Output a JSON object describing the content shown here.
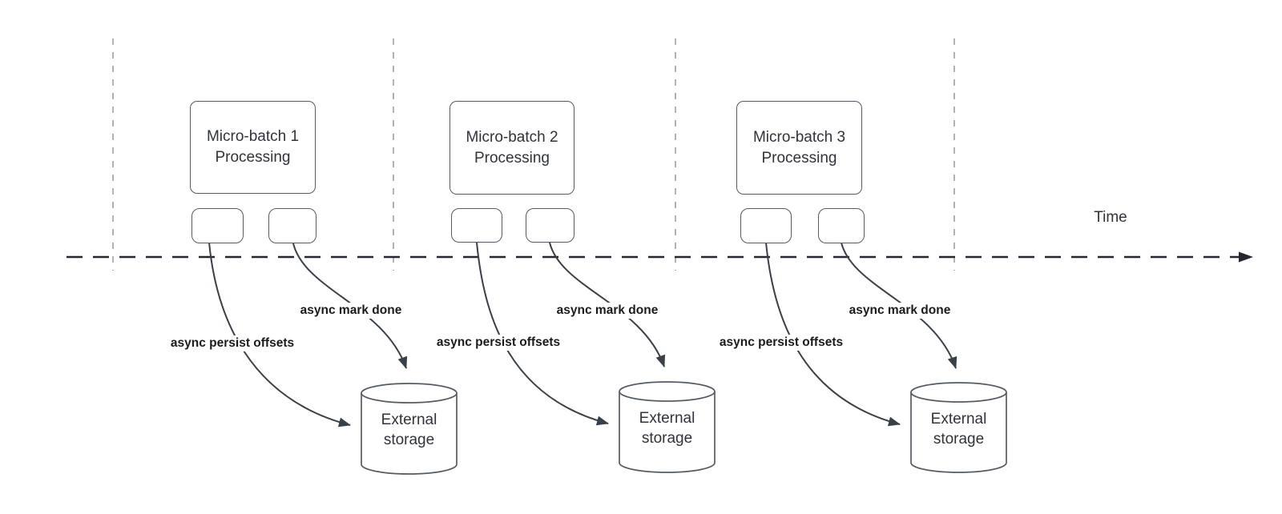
{
  "time_label": "Time",
  "groups": [
    {
      "box_line1": "Micro-batch 1",
      "box_line2": "Processing",
      "persist_label": "async persist offsets",
      "mark_label": "async mark done",
      "storage_line1": "External",
      "storage_line2": "storage"
    },
    {
      "box_line1": "Micro-batch 2",
      "box_line2": "Processing",
      "persist_label": "async persist offsets",
      "mark_label": "async mark done",
      "storage_line1": "External",
      "storage_line2": "storage"
    },
    {
      "box_line1": "Micro-batch 3",
      "box_line2": "Processing",
      "persist_label": "async persist offsets",
      "mark_label": "async mark done",
      "storage_line1": "External",
      "storage_line2": "storage"
    }
  ],
  "colors": {
    "guide_line": "#ababab",
    "time_axis": "#24272e",
    "shape_stroke": "#565b63",
    "arrow": "#3a4048",
    "node_text": "#2f343c",
    "edge_label_text": "#191b1f",
    "background": "#ffffff"
  }
}
